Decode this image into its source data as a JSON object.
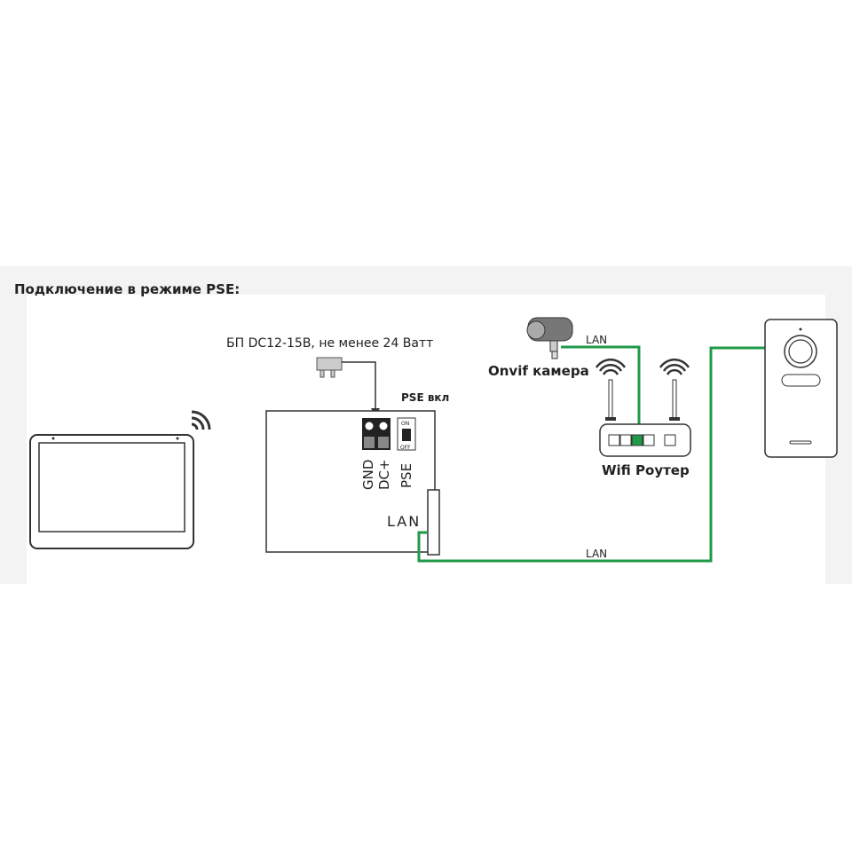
{
  "title": "Подключение в режиме PSE:",
  "power_supply_label": "БП DC12-15В, не менее 24 Ватт",
  "pse_on_label": "PSE вкл",
  "switch": {
    "on": "ON",
    "off": "OFF"
  },
  "terminal_labels": {
    "gnd": "GND",
    "dc": "DC+",
    "pse": "PSE"
  },
  "lan_port_label": "LAN",
  "camera_label": "Onvif камера",
  "camera_lan_label": "LAN",
  "router_label": "Wifi Роутер",
  "bottom_lan_label": "LAN",
  "colors": {
    "cable": "#1f9a48",
    "line": "#333333"
  }
}
